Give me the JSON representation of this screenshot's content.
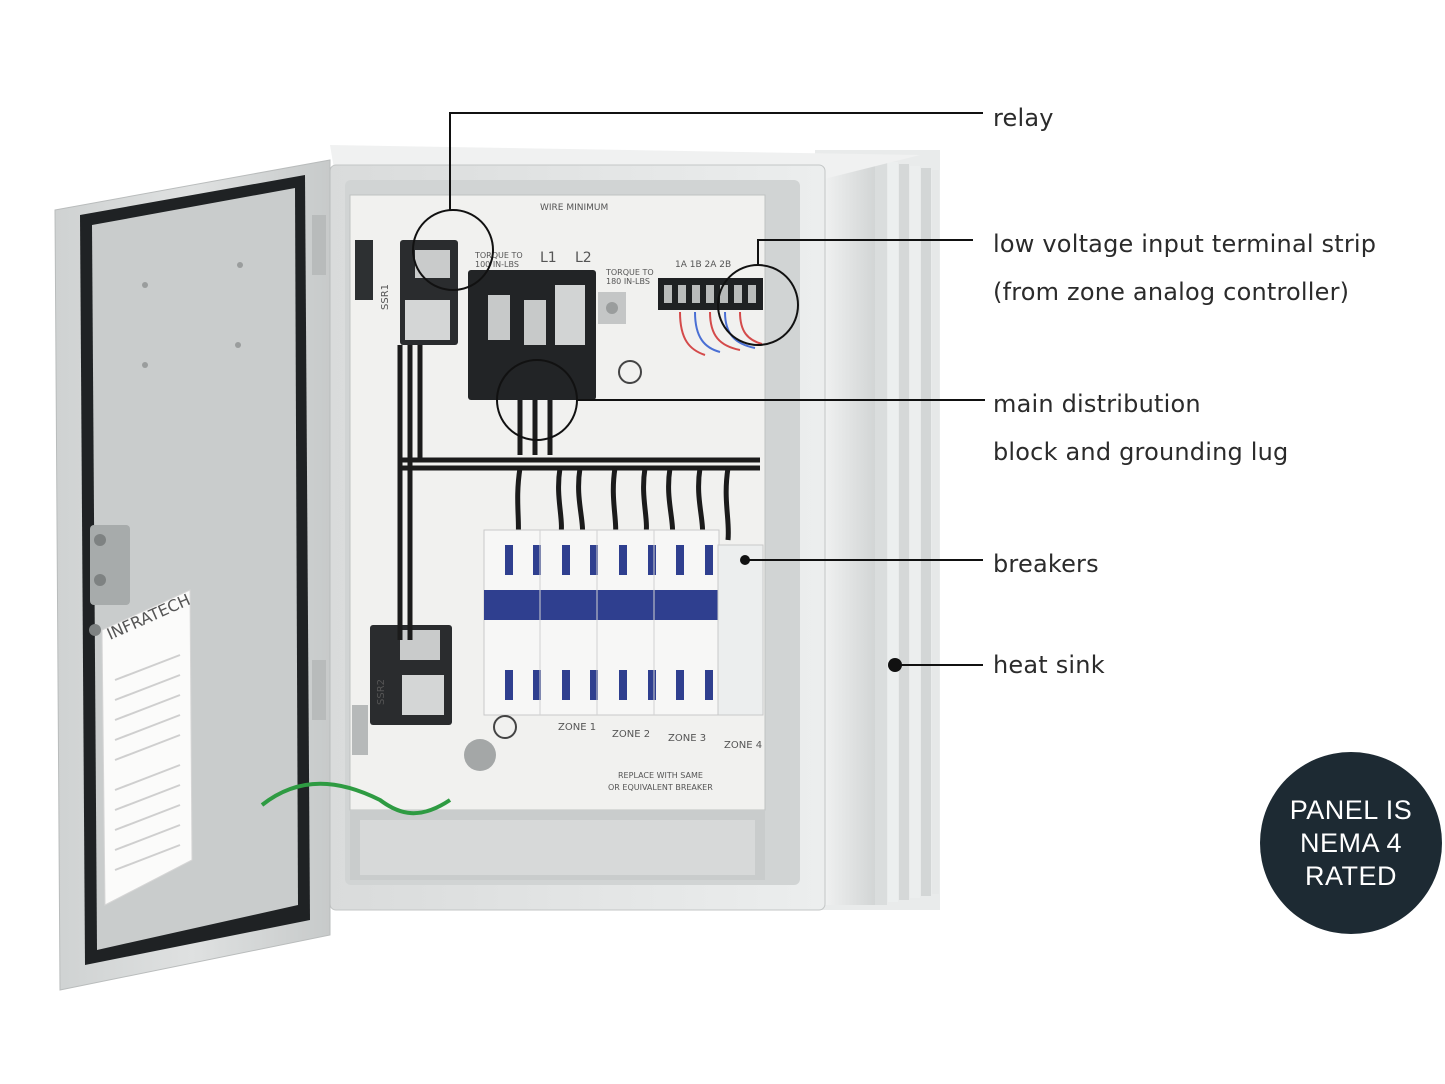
{
  "callouts": {
    "relay": "relay",
    "terminal_strip_line1": "low voltage input terminal strip",
    "terminal_strip_line2": "(from zone analog controller)",
    "distribution_line1": "main distribution",
    "distribution_line2": "block and grounding lug",
    "breakers": "breakers",
    "heat_sink": "heat sink"
  },
  "badge": {
    "line1": "PANEL IS",
    "line2": "NEMA 4",
    "line3": "RATED"
  },
  "panel_markings": {
    "brand": "INFRATECH",
    "wire_minimum": "WIRE MINIMUM",
    "torque_left_1": "TORQUE TO",
    "torque_left_2": "100 IN-LBS",
    "l1": "L1",
    "l2": "L2",
    "torque_right_1": "TORQUE TO",
    "torque_right_2": "180 IN-LBS",
    "terminal_labels": "1A 1B 2A 2B",
    "ssr1": "SSR1",
    "ssr2": "SSR2",
    "zone1": "ZONE 1",
    "zone2": "ZONE 2",
    "zone3": "ZONE 3",
    "zone4": "ZONE 4",
    "replace_1": "REPLACE WITH SAME",
    "replace_2": "OR EQUIVALENT BREAKER"
  },
  "colors": {
    "badge_bg": "#1d2a33",
    "enclosure": "#e4e6e6",
    "backplate": "#f1f1ef",
    "breaker_blue": "#2f3f8f"
  }
}
